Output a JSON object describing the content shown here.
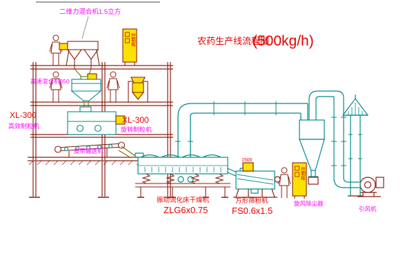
{
  "title": {
    "main": "农药生产线流程图",
    "capacity": "(500kg/h)"
  },
  "labels": {
    "two_dim_mixer": "二维力混合机1.5立方",
    "high_speed_mixer": "高速混合机350",
    "granulator_model": "XL-300",
    "granulator_name": "高效制粒机",
    "rotary_granulator_model": "XL-300",
    "rotary_granulator_name": "旋转制粒机",
    "belt_conveyor": "皮带输送机",
    "fluid_bed_dryer": "振动流化床干燥机",
    "fluid_bed_dryer_model": "ZLG6x0.75",
    "square_sieve": "方形筛粉机",
    "square_sieve_model": "FS0.6x1.5",
    "cyclone": "旋风除尘器",
    "induced_draft_fan": "引风机",
    "control_cabinet": "控制柜",
    "dimension_1500": "1500"
  },
  "colors": {
    "structure_line": "#8a1f10",
    "pipe_line": "#008b8b",
    "cabinet_fill": "#ffe100",
    "label_magenta": "#ff00ff",
    "label_red": "#e60000",
    "background": "#ffffff"
  }
}
